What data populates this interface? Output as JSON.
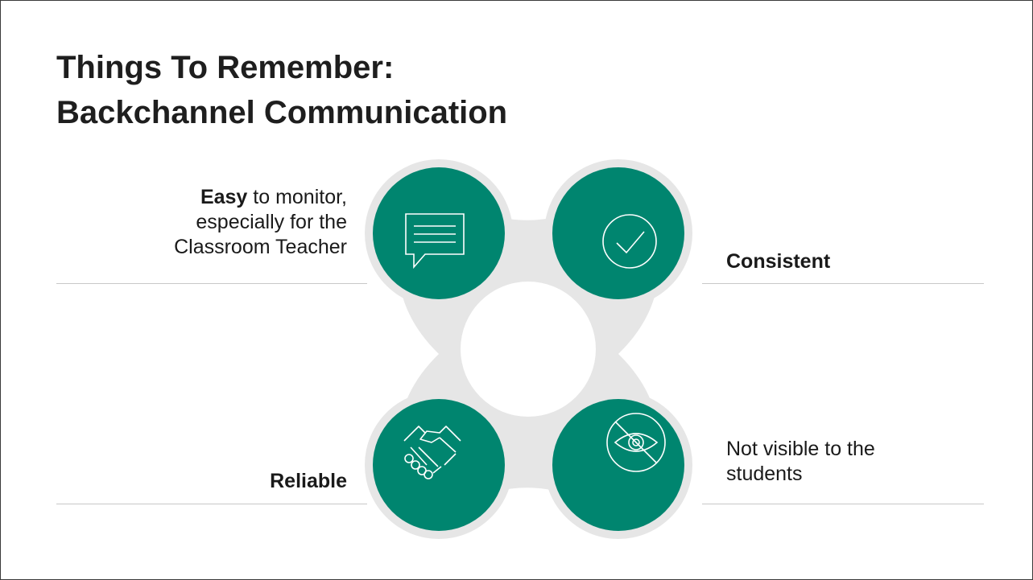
{
  "slide": {
    "title_line1": "Things To Remember:",
    "title_line2": "Backchannel Communication"
  },
  "items": [
    {
      "bold": "Easy",
      "text_line1": " to monitor,",
      "text_line2": "especially for the",
      "text_line3": "Classroom Teacher",
      "icon": "chat-bubble-icon"
    },
    {
      "bold": "Consistent",
      "icon": "checkmark-icon"
    },
    {
      "bold": "Reliable",
      "icon": "handshake-icon"
    },
    {
      "text_line1": "Not visible to the",
      "text_line2": "students",
      "icon": "eye-slash-icon"
    }
  ],
  "colors": {
    "accent": "#00856F",
    "connector": "#E6E6E6",
    "rule": "#C8C8C8"
  }
}
